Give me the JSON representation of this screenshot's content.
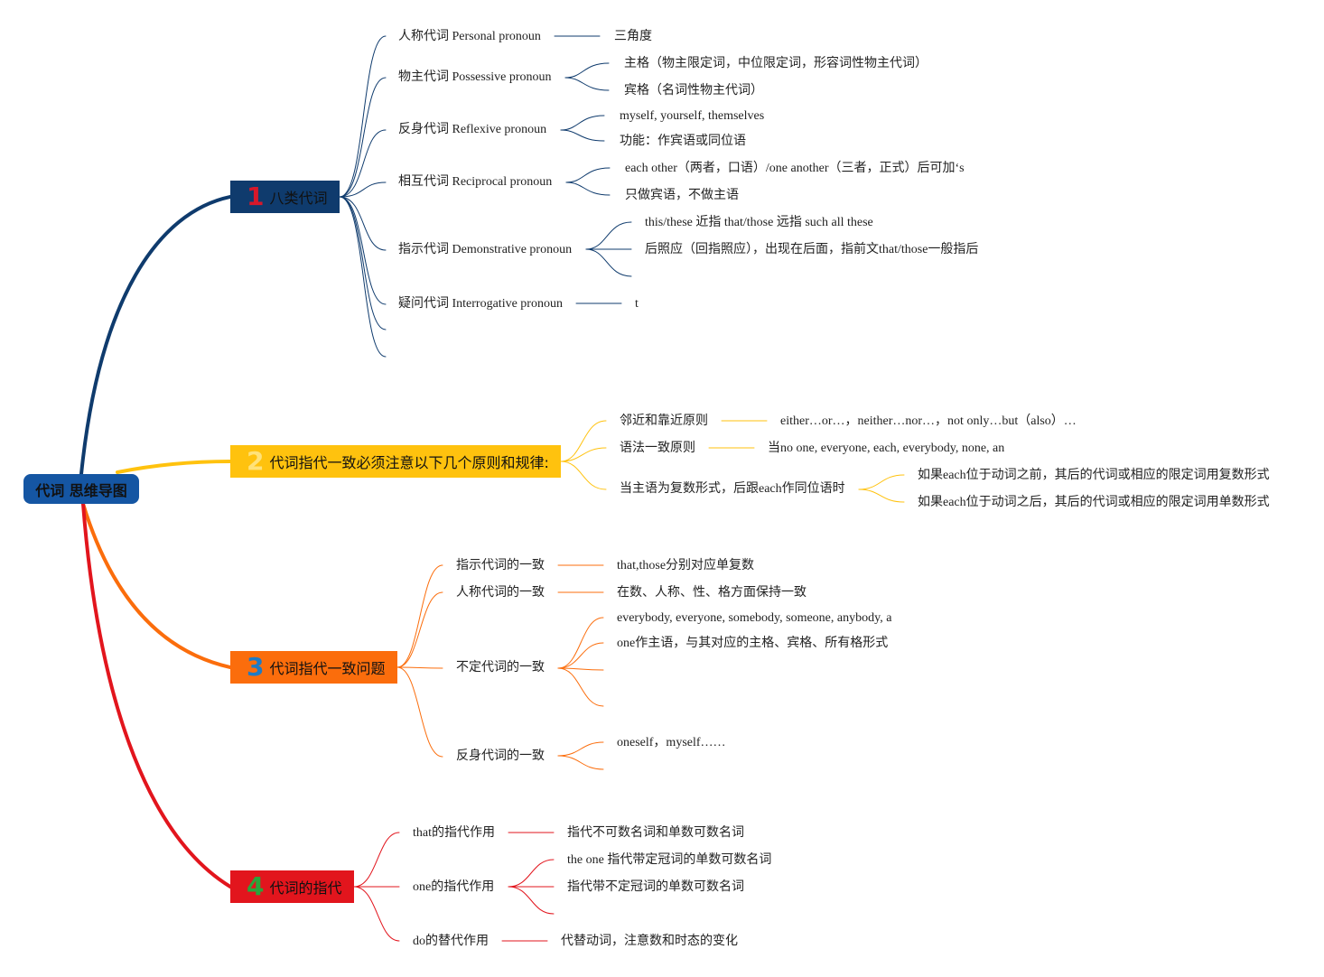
{
  "root": {
    "label": "代词 思维导图"
  },
  "branches": [
    {
      "number": "1",
      "label": "八类代词",
      "color": "#0f3b6d",
      "number_color": "#d7182a",
      "topics": [
        {
          "label": "人称代词 Personal pronoun",
          "details": [
            "三角度"
          ]
        },
        {
          "label": "物主代词 Possessive pronoun",
          "details": [
            "主格（物主限定词，中位限定词，形容词性物主代词）",
            "宾格（名词性物主代词）"
          ]
        },
        {
          "label": "反身代词 Reflexive pronoun",
          "details": [
            "myself, yourself, themselves",
            "功能：作宾语或同位语"
          ]
        },
        {
          "label": "相互代词 Reciprocal pronoun",
          "details": [
            "each other（两者，口语）/one another（三者，正式）后可加‘s",
            "只做宾语，不做主语"
          ]
        },
        {
          "label": "指示代词 Demonstrative pronoun",
          "details": [
            "this/these 近指 that/those 远指 such all these",
            "后照应（回指照应），出现在后面，指前文that/those一般指后"
          ]
        },
        {
          "label": "疑问代词 Interrogative pronoun",
          "details": [
            "t"
          ]
        }
      ]
    },
    {
      "number": "2",
      "label": "代词指代一致必须注意以下几个原则和规律:",
      "color": "#ffc20e",
      "number_color": "#ffe27a",
      "topics": [
        {
          "label": "邻近和靠近原则",
          "details": [
            "either…or…，neither…nor…，not only…but（also）…"
          ]
        },
        {
          "label": "语法一致原则",
          "details": [
            "当no one, everyone, each, everybody, none, an"
          ]
        },
        {
          "label": "当主语为复数形式，后跟each作同位语时",
          "details": [
            "如果each位于动词之前，其后的代词或相应的限定词用复数形式",
            "如果each位于动词之后，其后的代词或相应的限定词用单数形式"
          ]
        }
      ]
    },
    {
      "number": "3",
      "label": "代词指代一致问题",
      "color": "#fb6d0c",
      "number_color": "#1f7bc4",
      "topics": [
        {
          "label": "指示代词的一致",
          "details": [
            "that,those分别对应单复数"
          ]
        },
        {
          "label": "人称代词的一致",
          "details": [
            "在数、人称、性、格方面保持一致"
          ]
        },
        {
          "label": "不定代词的一致",
          "details": [
            "everybody, everyone, somebody, someone, anybody, a",
            "one作主语，与其对应的主格、宾格、所有格形式"
          ]
        },
        {
          "label": "反身代词的一致",
          "details": [
            "oneself，myself……"
          ]
        }
      ]
    },
    {
      "number": "4",
      "label": "代词的指代",
      "color": "#e2151d",
      "number_color": "#2aa53b",
      "topics": [
        {
          "label": "that的指代作用",
          "details": [
            "指代不可数名词和单数可数名词"
          ]
        },
        {
          "label": "one的指代作用",
          "details": [
            "the one 指代带定冠词的单数可数名词",
            "指代带不定冠词的单数可数名词"
          ]
        },
        {
          "label": "do的替代作用",
          "details": [
            "代替动词，注意数和时态的变化"
          ]
        }
      ]
    }
  ]
}
